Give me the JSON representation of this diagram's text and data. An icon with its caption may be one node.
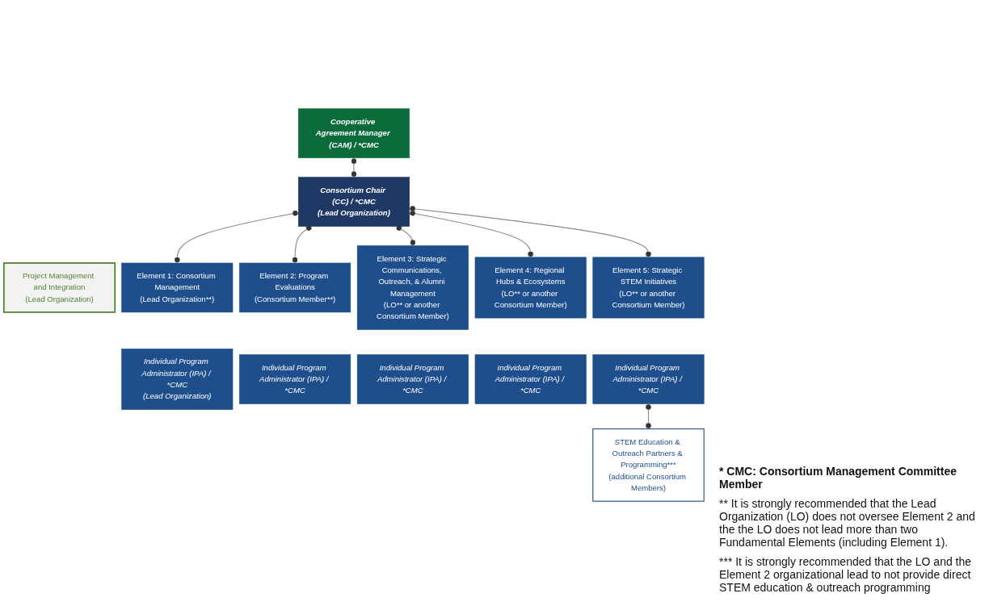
{
  "diagram": {
    "nodes": [
      {
        "text": [
          "Cooperative Agreement Manager (CAM) / *CMC"
        ]
      },
      {
        "text": [
          "Consortium Chair (CC) / *CMC",
          "(Lead Organization)"
        ]
      },
      {
        "text": [
          "Project Management and Integration",
          "(Lead Organization)"
        ]
      },
      {
        "text": [
          "Element 1: Consortium Management",
          "(Lead Organization**)"
        ]
      },
      {
        "text": [
          "Element 2: Program Evaluations",
          "(Consortium Member**)"
        ]
      },
      {
        "text": [
          "Element 3: Strategic Communications, Outreach, & Alumni Management",
          "(LO** or another Consortium Member)"
        ]
      },
      {
        "text": [
          "Element 4: Regional Hubs & Ecosystems",
          "(LO** or another Consortium Member)"
        ]
      },
      {
        "text": [
          "Element 5: Strategic STEM Initiatives",
          "(LO** or another Consortium Member)"
        ]
      },
      {
        "text": [
          "Individual Program Administrator (IPA) / *CMC",
          "(Lead Organization)"
        ]
      },
      {
        "text": [
          "Individual Program Administrator (IPA) / *CMC"
        ]
      },
      {
        "text": [
          "Individual Program Administrator (IPA) / *CMC"
        ]
      },
      {
        "text": [
          "Individual Program Administrator (IPA) / *CMC"
        ]
      },
      {
        "text": [
          "Individual Program Administrator (IPA) / *CMC"
        ]
      },
      {
        "text": [
          "STEM Education & Outreach Partners & Programming***",
          "(additional Consortium Members)"
        ]
      }
    ],
    "edges": [
      {
        "from": 0,
        "to": 1,
        "arrow": "other"
      },
      {
        "from": 1,
        "to": 3,
        "arrow": "other"
      },
      {
        "from": 1,
        "to": 4,
        "arrow": "other"
      },
      {
        "from": 1,
        "to": 5,
        "arrow": "other"
      },
      {
        "from": 1,
        "to": 6,
        "arrow": "other"
      },
      {
        "from": 1,
        "to": 7,
        "arrow": "other"
      },
      {
        "from": 12,
        "to": 13,
        "arrow": "other"
      }
    ],
    "labels": [
      "* CMC: Consortium Management Committee Member",
      "** It is strongly recommended that the Lead Organization (LO) does not oversee Element 2 and the the LO does not lead more than two Fundamental Elements (including Element 1).",
      "*** It is strongly recommended that the LO and the Element 2 organizational lead to not provide direct STEM education & outreach programming"
    ]
  }
}
